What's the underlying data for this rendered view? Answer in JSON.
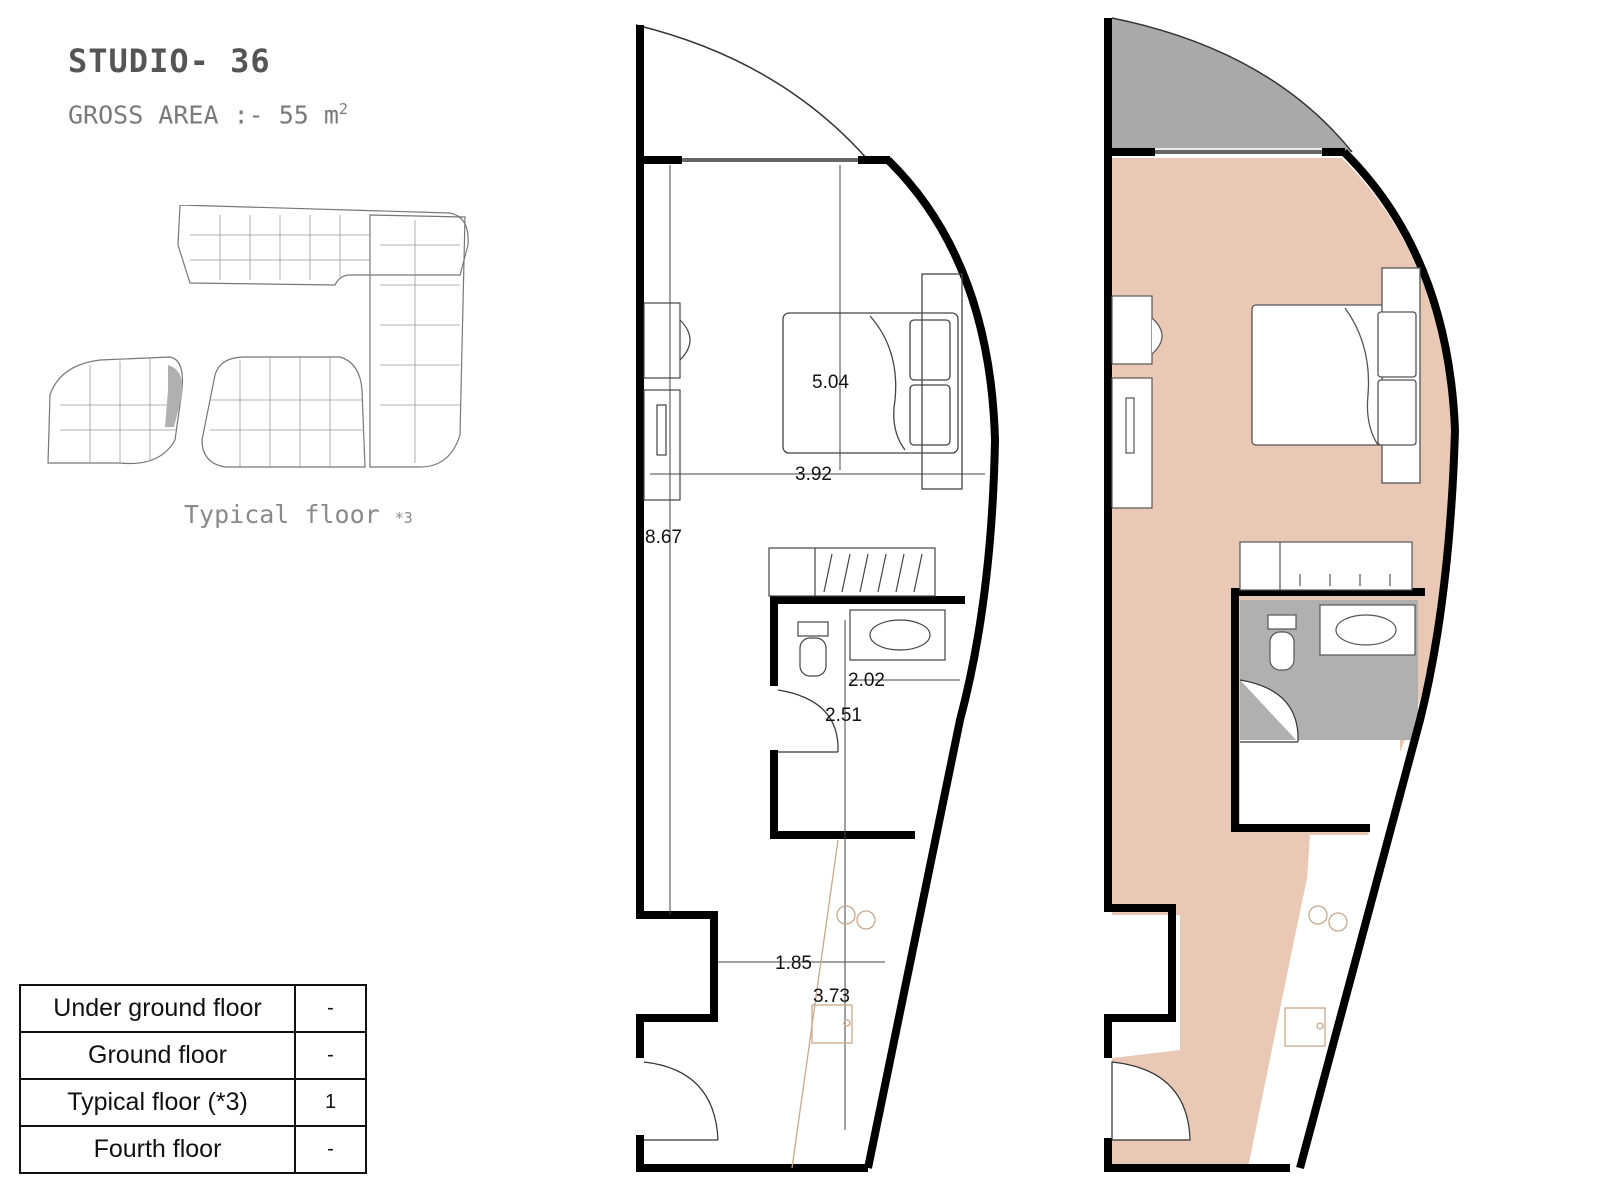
{
  "header": {
    "title": "STUDIO- 36",
    "gross_label": "GROSS AREA :- 55 m",
    "gross_unit_sup": "2"
  },
  "key_plan": {
    "caption": "Typical floor",
    "caption_suffix": "*3"
  },
  "dimensions": {
    "d_504": "5.04",
    "d_392": "3.92",
    "d_867": "8.67",
    "d_202": "2.02",
    "d_251": "2.51",
    "d_185": "1.85",
    "d_373": "3.73"
  },
  "floors_table": {
    "rows": [
      {
        "label": "Under ground floor",
        "value": "-"
      },
      {
        "label": "Ground floor",
        "value": "-"
      },
      {
        "label": "Typical  floor (*3)",
        "value": "1"
      },
      {
        "label": "Fourth floor",
        "value": "-"
      }
    ]
  },
  "colors": {
    "wall": "#000000",
    "floor_fill": "#e9c9b5",
    "balcony_fill": "#a9a9a9",
    "bath_fill": "#b0b0b0",
    "text_title": "#555555"
  }
}
